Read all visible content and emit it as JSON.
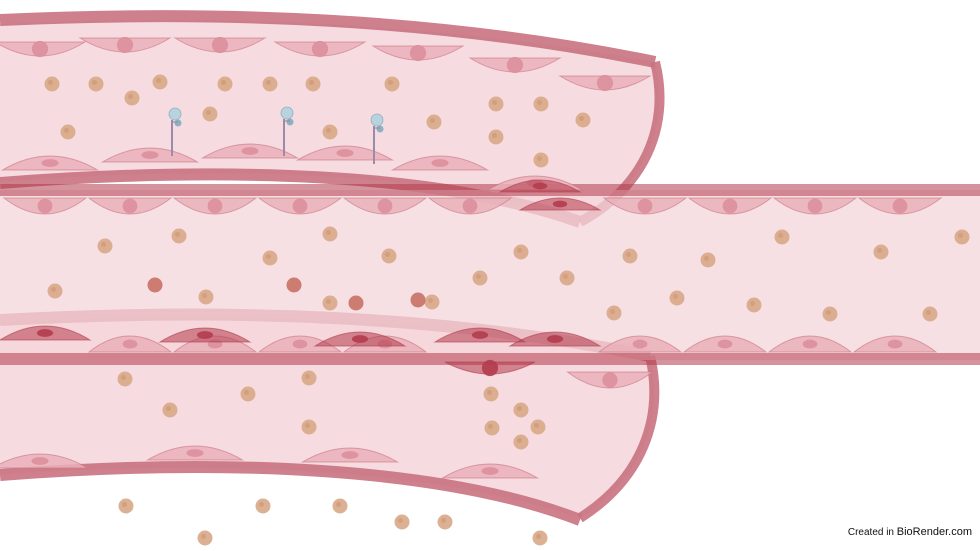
{
  "credit": {
    "prefix": "Created in",
    "brand": "BioRender.com"
  },
  "colors": {
    "vessel_wall": "#c9727f",
    "vessel_wall_dark": "#b23c4c",
    "lumen": "#f4d6db",
    "endothelial_cell": "#eab0ba",
    "endothelial_nucleus": "#db8f9c",
    "blood_cell": "#d8a987",
    "blood_cell_dark": "#c46a5d",
    "receptor": "#b9d3de",
    "receptor_stem": "#9b8aa8"
  },
  "diagram": {
    "vessels": [
      "upper-vessel",
      "lower-vessel",
      "crossing-vessel"
    ],
    "receptor_count": 3
  }
}
